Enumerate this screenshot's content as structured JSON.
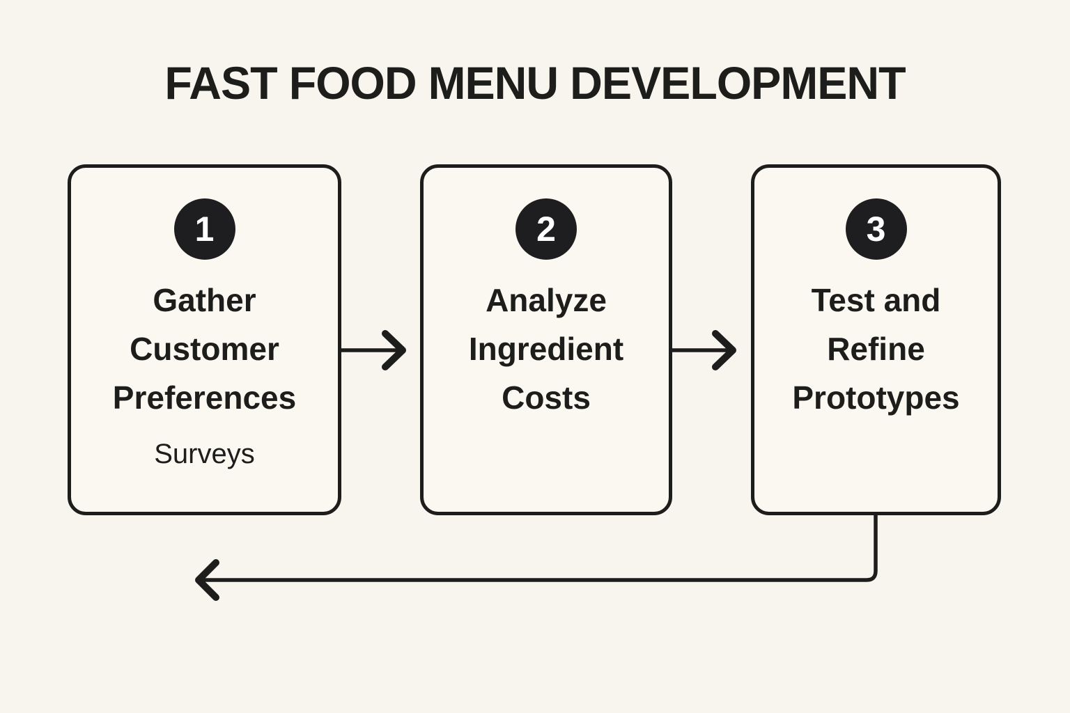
{
  "title": "FAST FOOD MENU DEVELOPMENT",
  "steps": [
    {
      "number": "1",
      "title": "Gather\nCustomer\nPreferences",
      "subtitle": "Surveys"
    },
    {
      "number": "2",
      "title": "Analyze\nIngredient\nCosts",
      "subtitle": ""
    },
    {
      "number": "3",
      "title": "Test and\nRefine\nPrototypes",
      "subtitle": ""
    }
  ],
  "flow": {
    "arrow_1": "step-1 to step-2",
    "arrow_2": "step-2 to step-3",
    "feedback_arrow": "step-3 loops back left below the boxes"
  },
  "colors": {
    "background": "#F8F5EF",
    "box_fill": "#FBF8F2",
    "ink": "#1D1D1B",
    "badge_fill": "#1E1E20",
    "badge_text": "#FFFFFF"
  }
}
